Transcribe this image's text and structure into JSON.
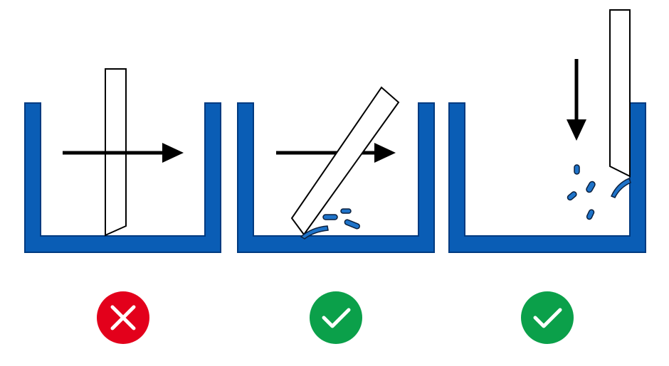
{
  "colors": {
    "container": "#0A5DB5",
    "container_stroke": "#003A80",
    "strip_fill": "#ffffff",
    "strip_stroke": "#000000",
    "arrow": "#000000",
    "particle_fill": "#1E73C9",
    "particle_stroke": "#0A1F3D",
    "wrong": "#E3001B",
    "right": "#0BA04A",
    "mark": "#ffffff"
  },
  "panels": [
    {
      "label": "panel-1",
      "strip": "vertical",
      "motion": "horizontal",
      "particles": false,
      "verdict": "wrong",
      "verdict_icon": "cross-icon"
    },
    {
      "label": "panel-2",
      "strip": "tilted",
      "motion": "horizontal",
      "particles": true,
      "verdict": "right",
      "verdict_icon": "check-icon"
    },
    {
      "label": "panel-3",
      "strip": "lifted",
      "motion": "vertical-down",
      "particles": true,
      "verdict": "right",
      "verdict_icon": "check-icon"
    }
  ]
}
